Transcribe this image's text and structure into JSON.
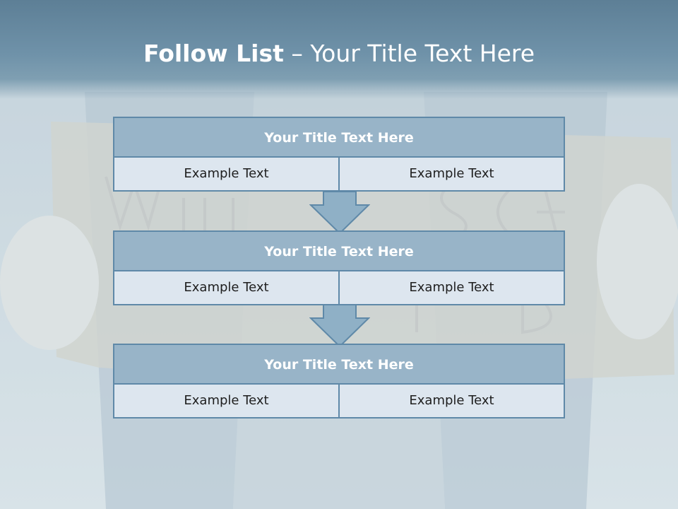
{
  "slide": {
    "title_bold": "Follow List",
    "title_rest": " – Your Title Text Here"
  },
  "steps": [
    {
      "title": "Your Title Text Here",
      "left": "Example Text",
      "right": "Example Text"
    },
    {
      "title": "Your Title Text Here",
      "left": "Example Text",
      "right": "Example Text"
    },
    {
      "title": "Your Title Text Here",
      "left": "Example Text",
      "right": "Example Text"
    }
  ],
  "colors": {
    "header": "#6f92a9",
    "box_title": "#98b4c8",
    "box_border": "#5f89a8",
    "cell_fill": "#dde6ef",
    "arrow": "#8fb0c6"
  },
  "icons": [
    "down-arrow-icon"
  ]
}
